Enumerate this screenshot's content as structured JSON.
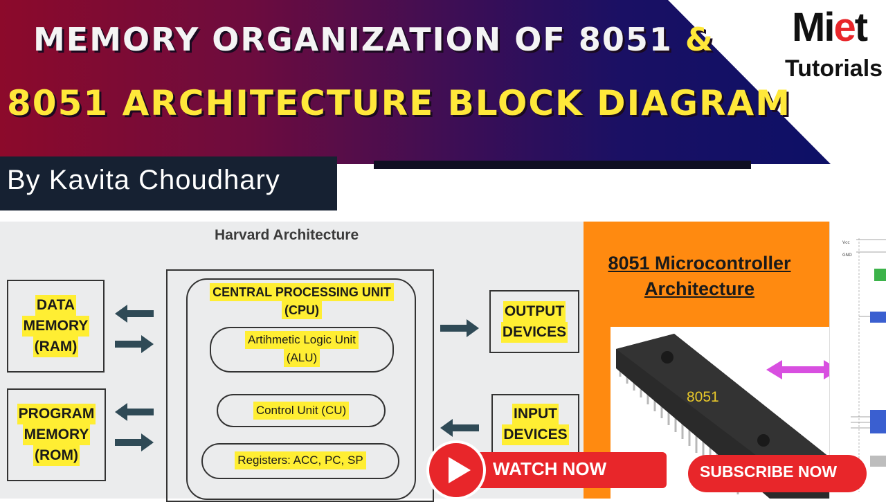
{
  "banner": {
    "title_line1": "MEMORY ORGANIZATION OF 8051",
    "title_amp": "&",
    "title_line2": "8051 ARCHITECTURE BLOCK DIAGRAM",
    "author": "By Kavita Choudhary",
    "logo_mark": "MiET",
    "logo_sub": "Tutorials",
    "colors": {
      "title_white": "#f4f4f4",
      "title_yellow": "#ffe83a",
      "author_bg": "#162132"
    }
  },
  "diagram": {
    "title": "Harvard Architecture",
    "data_memory": [
      "DATA",
      "MEMORY",
      "(RAM)"
    ],
    "program_memory": [
      "PROGRAM",
      "MEMORY",
      "(ROM)"
    ],
    "cpu_title": [
      "CENTRAL PROCESSING UNIT",
      "(CPU)"
    ],
    "alu": [
      "Artihmetic Logic Unit",
      "(ALU)"
    ],
    "control_unit": "Control Unit (CU)",
    "registers": "Registers: ACC, PC, SP",
    "output_devices": [
      "OUTPUT",
      "DEVICES"
    ],
    "input_devices": [
      "INPUT",
      "DEVICES"
    ],
    "highlight_color": "#ffee33"
  },
  "right_panel": {
    "title_line1": "8051 Microcontroller",
    "title_line2": "Architecture",
    "chip_label": "8051",
    "accent_color": "#ff8a10",
    "arrow_color": "#d84fe0"
  },
  "buttons": {
    "watch": "WATCH NOW",
    "subscribe": "SUBSCRIBE NOW",
    "button_color": "#e8262a"
  }
}
